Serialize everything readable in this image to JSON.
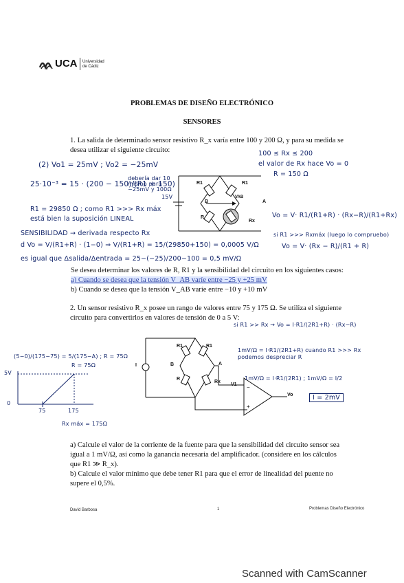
{
  "logo": {
    "brand": "UCA",
    "sub_line1": "Universidad",
    "sub_line2": "de Cádiz"
  },
  "doc": {
    "title": "PROBLEMAS DE DISEÑO ELECTRÓNICO",
    "subtitle": "SENSORES"
  },
  "p1": {
    "line1": "1. La salida de determinado sensor resistivo R_x varía entre 100 y 200 Ω, y para su medida se",
    "line2": "desea utilizar el siguiente circuito:",
    "line3": "Se desea determinar los valores de R, R1 y la sensibilidad del circuito en los siguientes casos:",
    "case_a": "a) Cuando se desea que la tensión V_AB varíe entre −25 y +25 mV",
    "case_b": "b) Cuando se desea que la tensión V_AB varíe entre −10 y +10 mV"
  },
  "p2": {
    "line1": "2. Un sensor resistivo R_x posee un rango de valores entre 75 y 175 Ω. Se utiliza el siguiente",
    "line2": "circuito para convertirlos en valores de tensión de 0 a 5 V:",
    "qa1": "a) Calcule el valor de la corriente de la fuente para que la sensibilidad del circuito sensor sea",
    "qa2": "igual a 1 mV/Ω, así como la ganancia necesaria del amplificador. (considere en los cálculos",
    "qa3": "que R1 ≫ R_x).",
    "qb1": "b) Calcule el valor mínimo que debe tener R1 para que el error de linealidad del puente no",
    "qb2": "supere el 0,5%."
  },
  "circuit1": {
    "r1a": "R1",
    "r1b": "R1",
    "r": "R",
    "rx": "Rx",
    "vab": "VAB",
    "a": "A",
    "b": "B"
  },
  "circuit2": {
    "r1a": "R1",
    "r1b": "R1",
    "r": "R",
    "rx": "Rx",
    "a": "A",
    "b": "B",
    "src": "I",
    "v1": "V1",
    "vo": "Vo"
  },
  "handwriting": {
    "h1": "(2) Vo1 = 25mV ;  Vo2 = −25mV",
    "h2": "25·10⁻³ = 15 · (200 − 150)/(R1 + 150)",
    "h2b": "debería dar 10 mismo para −25mV y 100Ω",
    "h2c": "15V",
    "h3": "R1 = 29850 Ω ; como R1 >>> Rx máx",
    "h4": "está bien la suposición LINEAL",
    "h5": "SENSIBILIDAD → derivada respecto Rx",
    "h6": "d Vo = V/(R1+R) · (1−0) ⇒ V/(R1+R) = 15/(29850+150) = 0,0005 V/Ω",
    "h7": "es igual que  Δsalida/Δentrada = 25−(−25)/200−100 = 0,5 mV/Ω",
    "h8": "100 ≤ Rx ≤ 200",
    "h9": "el valor de Rx hace Vo = 0",
    "h10": "R = 150 Ω",
    "h11": "Vo = V· R1/(R1+R) · (Rx−R)/(R1+Rx)",
    "h12": "si R1 >>> Rxmáx (luego lo compruebo)",
    "h13": "Vo = V· (Rx − R)/(R1 + R)",
    "h14": "si R1 >> Rx → Vo = I·R1/(2R1+R) · (Rx−R)",
    "h15": "1mV/Ω = I·R1/(2R1+R)   cuando R1 >>> Rx podemos despreciar R",
    "h16": "1mV/Ω = I·R1/(2R1) ;  1mV/Ω = I/2",
    "h17": "I = 2mV",
    "h18": "(5−0)/(175−75) = 5/(175−A) ;  R = 75Ω",
    "h19": "R = 75Ω",
    "h20": "Rx máx = 175Ω",
    "g5v": "5V",
    "g0": "0",
    "g75": "75",
    "g175": "175"
  },
  "footer": {
    "author": "David Barbosa",
    "page": "1",
    "course": "Problemas Diseño Electrónico"
  },
  "scanner": "Scanned with CamScanner",
  "colors": {
    "ink": "#13266b",
    "highlight": "#dfe8ff"
  }
}
